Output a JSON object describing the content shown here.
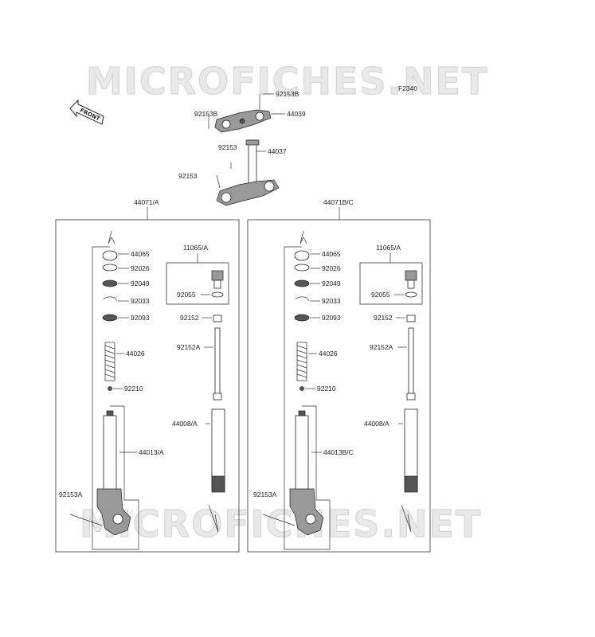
{
  "watermark": "MICROFICHES.NET",
  "figure_code": "F2340",
  "front_label": "FRONT",
  "top": {
    "labels": [
      "92153B",
      "44039",
      "92153B",
      "92153",
      "44037",
      "92153"
    ]
  },
  "left_assembly": {
    "title": "44071/A",
    "internals": [
      "44065",
      "92026",
      "92049",
      "92033",
      "92093",
      "44026",
      "92210"
    ],
    "kit": "11065/A",
    "kit_part": "92055",
    "cartridge": [
      "92152",
      "92152A",
      "44008/A"
    ],
    "outer_tube": "44013/A",
    "bolt": "92153A"
  },
  "right_assembly": {
    "title": "44071B/C",
    "internals": [
      "44065",
      "92026",
      "92049",
      "92033",
      "92093",
      "44026",
      "92210"
    ],
    "kit": "11065/A",
    "kit_part": "92055",
    "cartridge": [
      "92152",
      "92152A",
      "44008/A"
    ],
    "outer_tube": "44013B/C",
    "bolt": "92153A"
  }
}
